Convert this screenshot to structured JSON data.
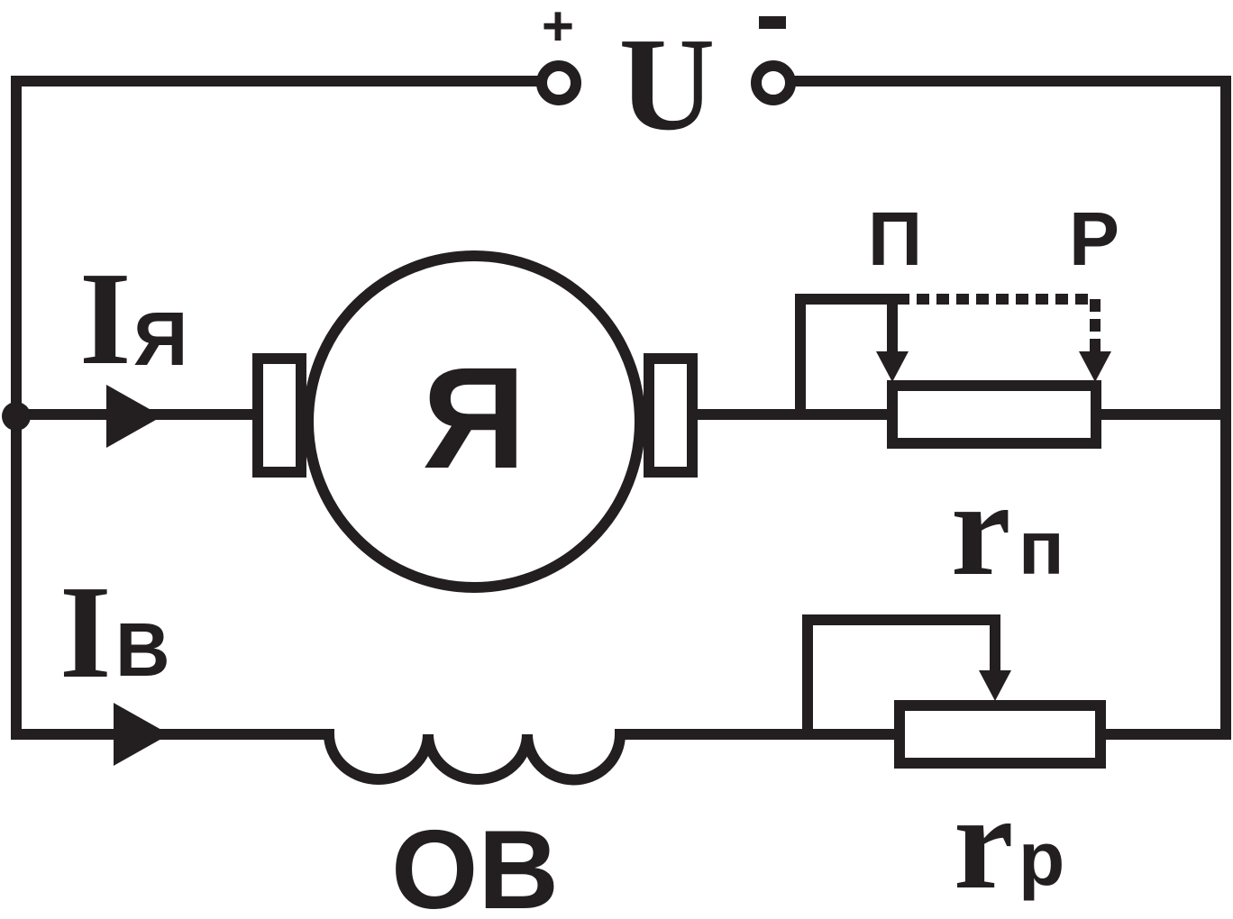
{
  "supply": {
    "voltage_label": "U",
    "plus_sign": "+",
    "minus_sign": "-"
  },
  "armature": {
    "current_symbol": "I",
    "current_subscript": "Я",
    "machine_label": "Я"
  },
  "field": {
    "current_symbol": "I",
    "current_subscript": "В",
    "winding_label": "ОВ"
  },
  "starting_rheostat": {
    "symbol": "r",
    "subscript": "п",
    "position_start": "П",
    "position_run": "Р"
  },
  "field_rheostat": {
    "symbol": "r",
    "subscript": "р"
  },
  "colors": {
    "line": "#231f20",
    "background": "#ffffff"
  }
}
